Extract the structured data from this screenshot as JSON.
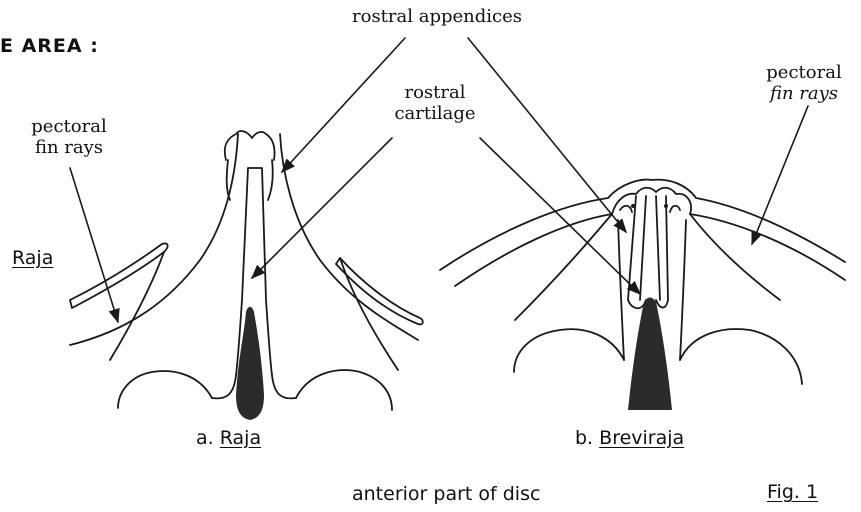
{
  "section_heading": "E AREA :",
  "labels": {
    "rostral_appendices": "rostral appendices",
    "rostral_cartilage_line1": "rostral",
    "rostral_cartilage_line2": "cartilage",
    "pectoral_left_line1": "pectoral",
    "pectoral_left_line2": "fin rays",
    "pectoral_right_line1": "pectoral",
    "pectoral_right_line2": "fin rays",
    "side_genus": "Raja"
  },
  "panels": [
    {
      "letter": "a.",
      "genus": "Raja"
    },
    {
      "letter": "b.",
      "genus": "Breviraja"
    }
  ],
  "caption": "anterior part of disc",
  "figure_label": "Fig. 1",
  "colors": {
    "ink": "#1a1a1a",
    "fill": "#2b2b2b",
    "paper": "#ffffff"
  }
}
